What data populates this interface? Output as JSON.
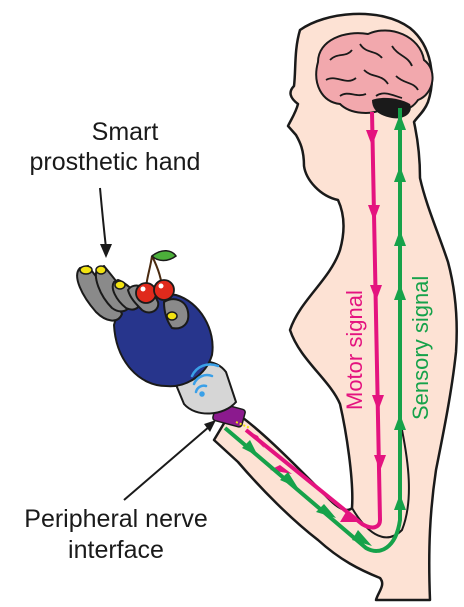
{
  "labels": {
    "smart_hand_line1": "Smart",
    "smart_hand_line2": "prosthetic hand",
    "pni_line1": "Peripheral nerve",
    "pni_line2": "interface",
    "motor_signal": "Motor signal",
    "sensory_signal": "Sensory signal"
  },
  "colors": {
    "motor": "#e4137f",
    "sensory": "#16a24a",
    "skin": "#fde2d4",
    "brain": "#f2a8ad",
    "glove": "#27358c",
    "finger": "#8a8a8a",
    "fingertip": "#f2e311",
    "wrist": "#d6d6d6",
    "wifi": "#3aa0e8",
    "implant": "#8b1a8e",
    "cherry": "#e02a1c",
    "leaf": "#4caf3a"
  },
  "icons": {
    "wifi": "wifi-icon",
    "brain": "brain-icon",
    "cherries": "cherries-icon"
  }
}
